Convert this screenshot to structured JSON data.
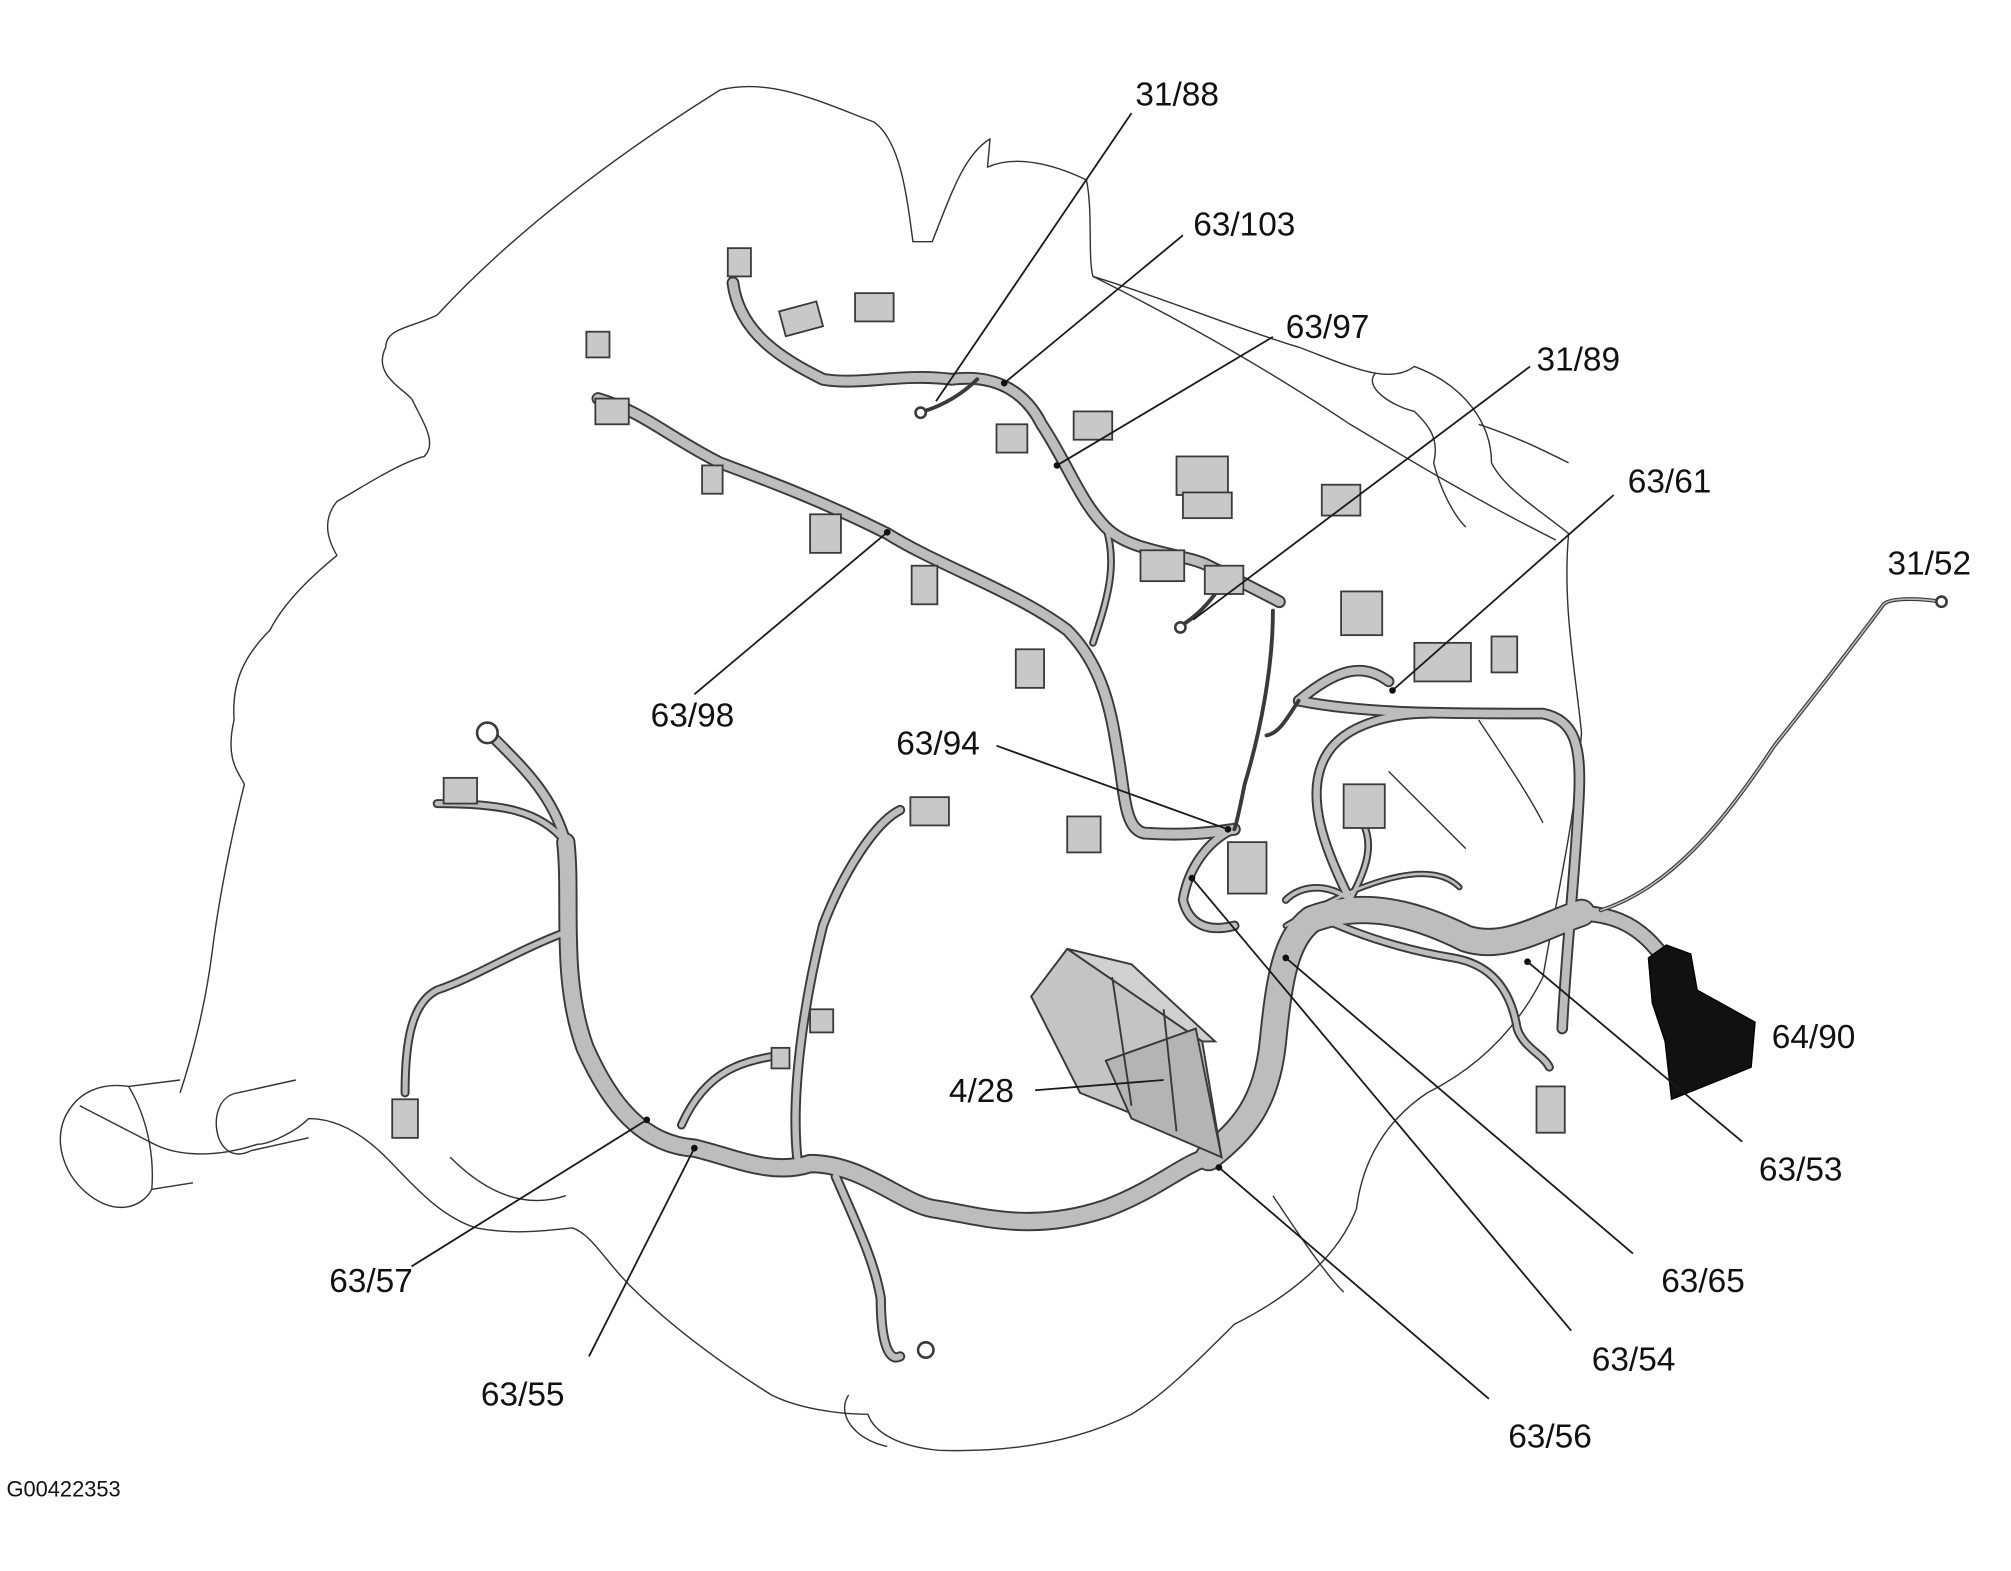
{
  "colors": {
    "background": "#ffffff",
    "outline": "#333333",
    "harness_fill": "#bdbdbd",
    "harness_edge": "#3a3a3a",
    "connector_fill": "#c8c8c8",
    "dark_component": "#111111"
  },
  "labels": {
    "l_31_88": "31/88",
    "l_63_103": "63/103",
    "l_63_97": "63/97",
    "l_31_89": "31/89",
    "l_63_61": "63/61",
    "l_31_52": "31/52",
    "l_63_98": "63/98",
    "l_63_94": "63/94",
    "l_64_90": "64/90",
    "l_4_28": "4/28",
    "l_63_53": "63/53",
    "l_63_65": "63/65",
    "l_63_54": "63/54",
    "l_63_56": "63/56",
    "l_63_57": "63/57",
    "l_63_55": "63/55"
  },
  "figure_id": "G00422353"
}
